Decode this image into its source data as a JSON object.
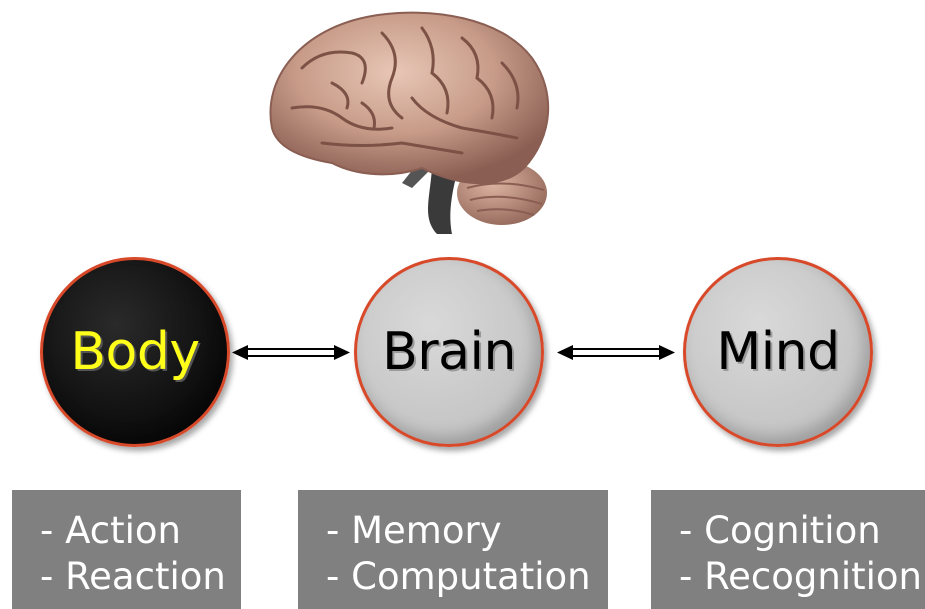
{
  "illustration": {
    "icon": "brain-icon",
    "colors": {
      "tissue": "#c9a08e",
      "shadow": "#8a5e52",
      "stem": "#3a3a3a"
    }
  },
  "nodes": [
    {
      "label": "Body",
      "style": "dark"
    },
    {
      "label": "Brain",
      "style": "light"
    },
    {
      "label": "Mind",
      "style": "light"
    }
  ],
  "connections": [
    {
      "from": "Body",
      "to": "Brain",
      "direction": "bidirectional"
    },
    {
      "from": "Brain",
      "to": "Mind",
      "direction": "bidirectional"
    }
  ],
  "descriptions": [
    {
      "lines": [
        "- Action",
        "- Reaction"
      ]
    },
    {
      "lines": [
        "- Memory",
        "- Computation"
      ]
    },
    {
      "lines": [
        "- Cognition",
        "- Recognition"
      ]
    }
  ],
  "colors": {
    "node_border": "#d8492a",
    "body_text": "#ffff1a",
    "box_fill": "#808080",
    "box_text": "#ffffff"
  }
}
